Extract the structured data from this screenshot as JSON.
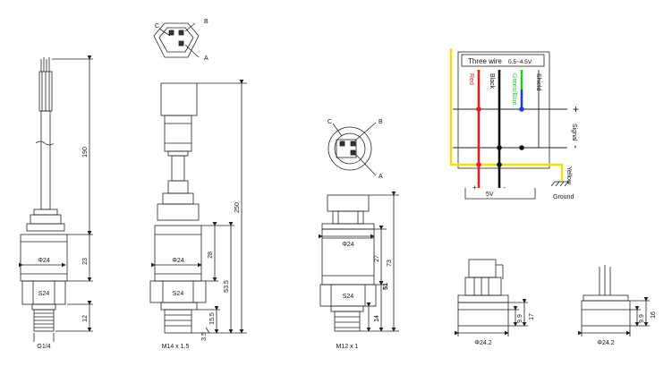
{
  "colors": {
    "red": "#e02020",
    "black": "#111111",
    "green": "#22cc22",
    "blue": "#1f3fd0",
    "yellow": "#f2e000",
    "line": "#222222"
  },
  "view1": {
    "dim_cable": "190",
    "dim_body": "23",
    "dim_thread": "12",
    "dia_body": "Φ24",
    "hex": "S24",
    "thread": "G1/4"
  },
  "connector_top": {
    "pin_a": "A",
    "pin_b": "B",
    "pin_c": "C"
  },
  "view2": {
    "dim_total": "250",
    "dim_28": "28",
    "dim_53": "53.5",
    "dim_15": "15.5",
    "dim_35": "3.5",
    "dia_body": "Φ24",
    "hex": "S24",
    "thread": "M14 x 1.5"
  },
  "connector_side": {
    "pin_a": "A",
    "pin_b": "B",
    "pin_c": "C"
  },
  "view3": {
    "dim_total": "73",
    "dim_27": "27",
    "dim_51": "51",
    "dim_14": "14",
    "dia_body": "Φ24",
    "hex": "S24",
    "thread": "M12 x 1"
  },
  "wiring": {
    "title": "Three wire",
    "range": "0.5~4.5V",
    "wires": [
      "Red",
      "Black",
      "Green/Blue",
      "Shield"
    ],
    "signal_label": "Signal",
    "plus": "+",
    "minus": "-",
    "supply_plus": "+",
    "supply_minus": "-",
    "supply_voltage": "5V",
    "yellow_label": "Yellow",
    "ground_label": "Ground"
  },
  "view4": {
    "dim_17": "17",
    "dim_99": "9.9",
    "dia": "Φ24.2"
  },
  "view5": {
    "dim_16": "16",
    "dim_99": "9.9",
    "dia": "Φ24.2"
  }
}
